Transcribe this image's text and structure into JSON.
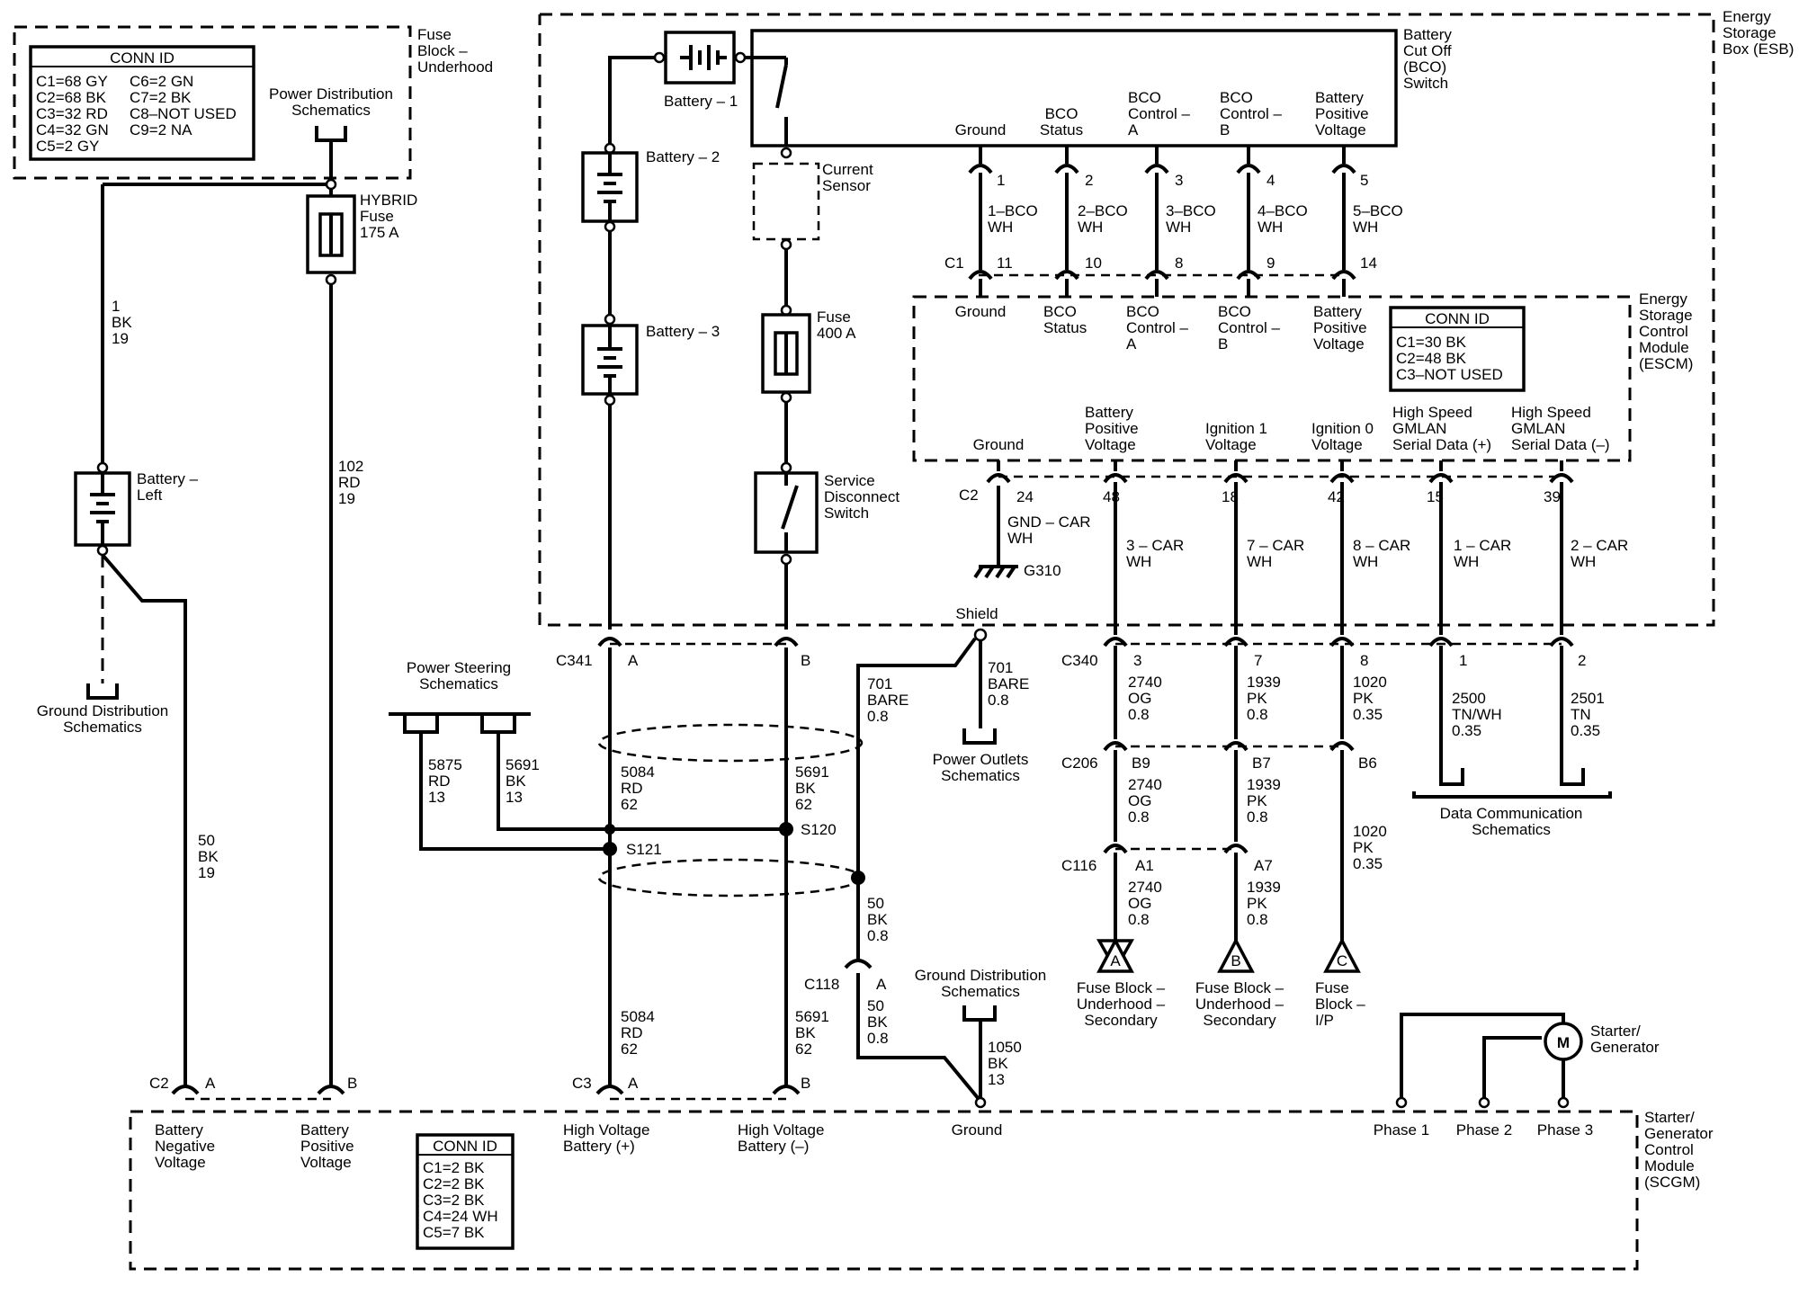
{
  "zones": {
    "fuse_block": [
      "Fuse",
      "Block –",
      "Underhood"
    ],
    "esb": [
      "Energy",
      "Storage",
      "Box (ESB)"
    ],
    "escm": [
      "Energy",
      "Storage",
      "Control",
      "Module",
      "(ESCM)"
    ],
    "scgm": [
      "Starter/",
      "Generator",
      "Control",
      "Module",
      "(SCGM)"
    ],
    "bco": [
      "Battery",
      "Cut Off",
      "(BCO)",
      "Switch"
    ]
  },
  "conn_tables": {
    "fuse_block": {
      "title": "CONN ID",
      "rows": [
        "C1=68 GY",
        "C2=68 BK",
        "C3=32 RD",
        "C4=32 GN",
        "C5=2 GY"
      ],
      "rows2": [
        "C6=2 GN",
        "C7=2 BK",
        "C8–NOT USED",
        "C9=2 NA"
      ]
    },
    "escm": {
      "title": "CONN ID",
      "rows": [
        "C1=30 BK",
        "C2=48 BK",
        "C3–NOT USED"
      ]
    },
    "scgm": {
      "title": "CONN ID",
      "rows": [
        "C1=2 BK",
        "C2=2 BK",
        "C3=2 BK",
        "C4=24 WH",
        "C5=7 BK"
      ]
    }
  },
  "schematic_refs": {
    "power_distribution": [
      "Power Distribution",
      "Schematics"
    ],
    "ground_distribution_left": [
      "Ground Distribution",
      "Schematics"
    ],
    "power_steering": [
      "Power Steering",
      "Schematics"
    ],
    "power_outlets": [
      "Power Outlets",
      "Schematics"
    ],
    "ground_distribution_mid": [
      "Ground Distribution",
      "Schematics"
    ],
    "data_communication": [
      "Data Communication",
      "Schematics"
    ]
  },
  "components": {
    "hybrid_fuse": [
      "HYBRID",
      "Fuse",
      "175 A"
    ],
    "battery_left": [
      "Battery –",
      "Left"
    ],
    "battery_1": "Battery – 1",
    "battery_2": "Battery – 2",
    "battery_3": "Battery – 3",
    "current_sensor": [
      "Current",
      "Sensor"
    ],
    "fuse_400": [
      "Fuse",
      "400 A"
    ],
    "service_disconnect": [
      "Service",
      "Disconnect",
      "Switch"
    ],
    "shield": "Shield",
    "starter_generator": [
      "Starter/",
      "Generator"
    ],
    "motor_symbol": "M",
    "ground_g310": "G310"
  },
  "wire_labels": {
    "w1": [
      "1",
      "BK",
      "19"
    ],
    "w102": [
      "102",
      "RD",
      "19"
    ],
    "w50_left": [
      "50",
      "BK",
      "19"
    ],
    "w5875": [
      "5875",
      "RD",
      "13"
    ],
    "w5691_ps": [
      "5691",
      "BK",
      "13"
    ],
    "w5084_top": [
      "5084",
      "RD",
      "62"
    ],
    "w5691_top": [
      "5691",
      "BK",
      "62"
    ],
    "w5084_bot": [
      "5084",
      "RD",
      "62"
    ],
    "w5691_bot": [
      "5691",
      "BK",
      "62"
    ],
    "w701_left": [
      "701",
      "BARE",
      "0.8"
    ],
    "w701_right": [
      "701",
      "BARE",
      "0.8"
    ],
    "w50_mid": [
      "50",
      "BK",
      "0.8"
    ],
    "w50_c118": [
      "50",
      "BK",
      "0.8"
    ],
    "w1050": [
      "1050",
      "BK",
      "13"
    ],
    "gnd_car": [
      "GND – CAR",
      "WH"
    ],
    "car3": [
      "3 – CAR",
      "WH"
    ],
    "car7": [
      "7 – CAR",
      "WH"
    ],
    "car8": [
      "8 – CAR",
      "WH"
    ],
    "car1": [
      "1 – CAR",
      "WH"
    ],
    "car2": [
      "2 – CAR",
      "WH"
    ],
    "w2740_a": [
      "2740",
      "OG",
      "0.8"
    ],
    "w1939_a": [
      "1939",
      "PK",
      "0.8"
    ],
    "w1020_a": [
      "1020",
      "PK",
      "0.35"
    ],
    "w2500": [
      "2500",
      "TN/WH",
      "0.35"
    ],
    "w2501": [
      "2501",
      "TN",
      "0.35"
    ],
    "w2740_b": [
      "2740",
      "OG",
      "0.8"
    ],
    "w1939_b": [
      "1939",
      "PK",
      "0.8"
    ],
    "w1020_b": [
      "1020",
      "PK",
      "0.35"
    ],
    "w2740_c": [
      "2740",
      "OG",
      "0.8"
    ],
    "w1939_c": [
      "1939",
      "PK",
      "0.8"
    ],
    "bco1": [
      "1–BCO",
      "WH"
    ],
    "bco2": [
      "2–BCO",
      "WH"
    ],
    "bco3": [
      "3–BCO",
      "WH"
    ],
    "bco4": [
      "4–BCO",
      "WH"
    ],
    "bco5": [
      "5–BCO",
      "WH"
    ]
  },
  "connectors": {
    "c1": "C1",
    "c2": "C2",
    "c341": "C341",
    "c340": "C340",
    "c206": "C206",
    "c116": "C116",
    "c118": "C118",
    "c2_scgm": "C2",
    "c3_scgm": "C3",
    "s120": "S120",
    "s121": "S121"
  },
  "pins": {
    "bco_top": [
      "1",
      "2",
      "3",
      "4",
      "5"
    ],
    "bco_c1": [
      "11",
      "10",
      "8",
      "9",
      "14"
    ],
    "escm_c2": [
      "24",
      "48",
      "18",
      "42",
      "15",
      "39"
    ],
    "c340": [
      "3",
      "7",
      "8",
      "1",
      "2"
    ],
    "c206": [
      "B9",
      "B7",
      "B6"
    ],
    "c116": [
      "A1",
      "A7"
    ],
    "c341": [
      "A",
      "B"
    ],
    "c118": "A",
    "scgm_c2": [
      "A",
      "B"
    ],
    "scgm_c3": [
      "A",
      "B"
    ]
  },
  "terminals": {
    "bco": [
      [
        "Ground"
      ],
      [
        "BCO",
        "Status"
      ],
      [
        "BCO",
        "Control –",
        "A"
      ],
      [
        "BCO",
        "Control –",
        "B"
      ],
      [
        "Battery",
        "Positive",
        "Voltage"
      ]
    ],
    "escm_c1": [
      [
        "Ground"
      ],
      [
        "BCO",
        "Status"
      ],
      [
        "BCO",
        "Control –",
        "A"
      ],
      [
        "BCO",
        "Control –",
        "B"
      ],
      [
        "Battery",
        "Positive",
        "Voltage"
      ]
    ],
    "escm_c2": [
      [
        "Ground"
      ],
      [
        "Battery",
        "Positive",
        "Voltage"
      ],
      [
        "Ignition 1",
        "Voltage"
      ],
      [
        "Ignition 0",
        "Voltage"
      ],
      [
        "High Speed",
        "GMLAN",
        "Serial Data (+)"
      ],
      [
        "High Speed",
        "GMLAN",
        "Serial Data (–)"
      ]
    ],
    "scgm": [
      [
        "Battery",
        "Negative",
        "Voltage"
      ],
      [
        "Battery",
        "Positive",
        "Voltage"
      ],
      [
        "High Voltage",
        "Battery (+)"
      ],
      [
        "High Voltage",
        "Battery (–)"
      ],
      [
        "Ground"
      ],
      [
        "Phase 1"
      ],
      [
        "Phase 2"
      ],
      [
        "Phase 3"
      ]
    ]
  },
  "offpage": [
    {
      "letter": "A",
      "label": [
        "Fuse Block –",
        "Underhood –",
        "Secondary"
      ]
    },
    {
      "letter": "B",
      "label": [
        "Fuse Block –",
        "Underhood –",
        "Secondary"
      ]
    },
    {
      "letter": "C",
      "label": [
        "Fuse",
        "Block –",
        "I/P"
      ]
    }
  ]
}
